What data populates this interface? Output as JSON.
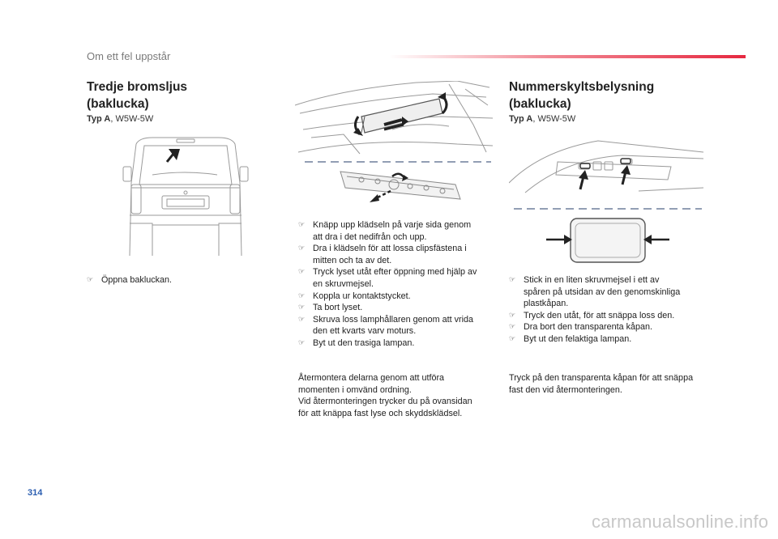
{
  "header": {
    "section": "Om ett fel uppstår",
    "accent_color": "#e62840"
  },
  "left": {
    "title_line1": "Tredje bromsljus",
    "title_line2": "(baklucka)",
    "typ_label": "Typ A",
    "typ_value": ", W5W-5W",
    "steps": [
      "Öppna bakluckan."
    ]
  },
  "middle": {
    "steps": [
      {
        "l1": "Knäpp upp klädseln på varje sida genom",
        "l2": "att dra i det nedifrån och upp."
      },
      {
        "l1": "Dra i klädseln för att lossa clipsfästena i",
        "l2": "mitten och ta av det."
      },
      {
        "l1": "Tryck lyset utåt efter öppning med hjälp av",
        "l2": "en skruvmejsel."
      },
      {
        "l1": "Koppla ur kontaktstycket.",
        "l2": ""
      },
      {
        "l1": "Ta bort lyset.",
        "l2": ""
      },
      {
        "l1": "Skruva loss lamphållaren genom att vrida",
        "l2": "den ett kvarts varv moturs."
      },
      {
        "l1": "Byt ut den trasiga lampan.",
        "l2": ""
      }
    ],
    "note_lines": [
      "Återmontera delarna genom att utföra",
      "momenten i omvänd ordning.",
      "Vid återmonteringen trycker du på ovansidan",
      "för att knäppa fast lyse och skyddsklädsel."
    ]
  },
  "right": {
    "title_line1": "Nummerskyltsbelysning",
    "title_line2": "(baklucka)",
    "typ_label": "Typ A",
    "typ_value": ", W5W-5W",
    "steps": [
      {
        "l1": "Stick in en liten skruvmejsel i ett av",
        "l2": "spåren på utsidan av den genomskinliga",
        "l3": "plastkåpan."
      },
      {
        "l1": "Tryck den utåt, för att snäppa loss den.",
        "l2": "",
        "l3": ""
      },
      {
        "l1": "Dra bort den transparenta kåpan.",
        "l2": "",
        "l3": ""
      },
      {
        "l1": "Byt ut den felaktiga lampan.",
        "l2": "",
        "l3": ""
      }
    ],
    "note_lines": [
      "Tryck på den transparenta kåpan för att snäppa",
      "fast den vid återmonteringen."
    ]
  },
  "footer": {
    "page_number": "314",
    "watermark": "carmanualsonline.info"
  }
}
